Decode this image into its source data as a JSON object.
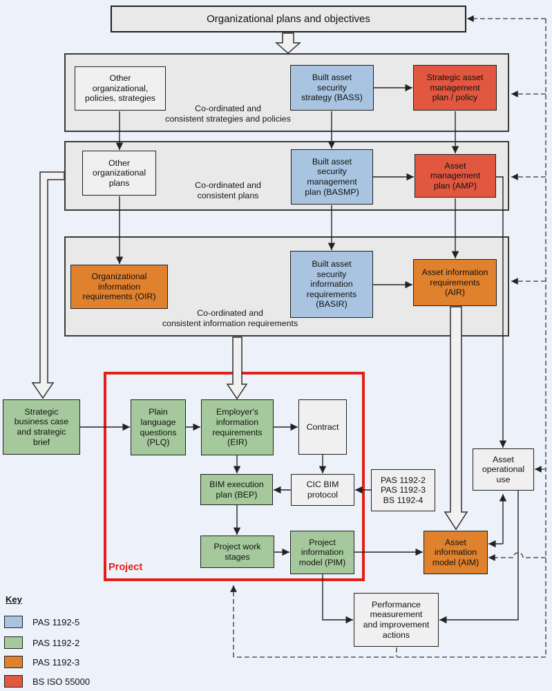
{
  "colors": {
    "blue": "#a8c4e0",
    "green": "#a5c99c",
    "orange": "#e0812e",
    "red": "#e2573f",
    "plain_fill": "#f0f0f0",
    "container_fill": "#e9e9e9",
    "project_border": "#e41e14"
  },
  "title_box": "Organizational plans and objectives",
  "row1": {
    "caption": "Co-ordinated and\nconsistent strategies and policies",
    "other_org": "Other\norganizational,\npolicies, strategies",
    "bass": "Built asset\nsecurity\nstrategy (BASS)",
    "samp": "Strategic asset\nmanagement\nplan / policy"
  },
  "row2": {
    "caption": "Co-ordinated and\nconsistent plans",
    "other_org": "Other\norganizational\nplans",
    "basmp": "Built asset\nsecurity\nmanagement\nplan (BASMP)",
    "amp": "Asset\nmanagement\nplan (AMP)"
  },
  "row3": {
    "caption": "Co-ordinated and\nconsistent information requirements",
    "oir": "Organizational\ninformation\nrequirements (OIR)",
    "basir": "Built asset\nsecurity\ninformation\nrequirements\n(BASIR)",
    "air": "Asset information\nrequirements\n(AIR)"
  },
  "project": {
    "label": "Project",
    "sbc": "Strategic\nbusiness case\nand strategic\nbrief",
    "plq": "Plain\nlanguage\nquestions\n(PLQ)",
    "eir": "Employer's\ninformation\nrequirements\n(EIR)",
    "contract": "Contract",
    "bep": "BIM execution\nplan (BEP)",
    "cic": "CIC BIM\nprotocol",
    "pas_refs": "PAS 1192-2\nPAS 1192-3\nBS 1192-4",
    "pws": "Project work\nstages",
    "pim": "Project\ninformation\nmodel (PIM)"
  },
  "operations": {
    "asset_operational_use": "Asset\noperational\nuse",
    "aim": "Asset\ninformation\nmodel (AIM)",
    "performance": "Performance\nmeasurement\nand improvement\nactions"
  },
  "key": {
    "heading": "Key",
    "items": [
      {
        "label": "PAS 1192-5",
        "color": "#a8c4e0"
      },
      {
        "label": "PAS 1192-2",
        "color": "#a5c99c"
      },
      {
        "label": "PAS 1192-3",
        "color": "#e0812e"
      },
      {
        "label": "BS ISO 55000",
        "color": "#e2573f"
      }
    ]
  }
}
